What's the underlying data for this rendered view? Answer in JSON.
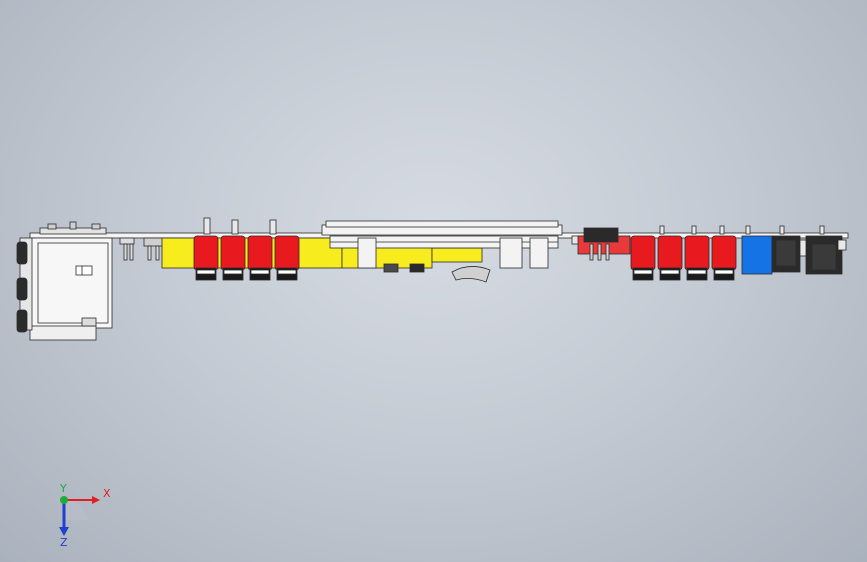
{
  "scene": {
    "background_top": "#d6dbe3",
    "background_bottom": "#aab2bd",
    "colors": {
      "board": "#f2f2f2",
      "edge": "#2b2b2b",
      "yellow_part": "#f7ec1e",
      "red_connector": "#e8191f",
      "blue_block": "#1673e6",
      "black_part": "#2a2a2a",
      "gray_part": "#d9d9d9",
      "red_pcb_part": "#e83a3a"
    },
    "left_red_connector_count": 4,
    "right_red_connector_count": 4
  },
  "triad": {
    "x_label": "X",
    "y_label": "Y",
    "z_label": "Z",
    "x_color": "#e02020",
    "y_color": "#1faa3a",
    "z_color": "#2040d0",
    "x_icon": "x-axis-arrow-icon",
    "y_icon": "y-axis-dot-icon",
    "z_icon": "z-axis-arrow-icon"
  }
}
